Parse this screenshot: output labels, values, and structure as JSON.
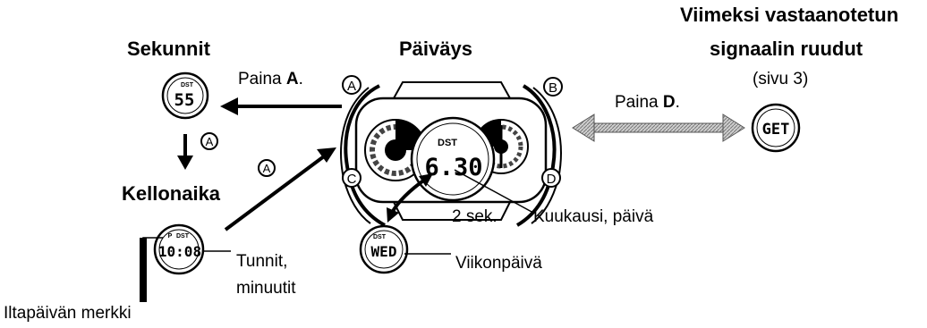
{
  "labels": {
    "seconds_heading": "Sekunnit",
    "date_heading": "Päiväys",
    "last_signal_line1": "Viimeksi vastaanotetun",
    "last_signal_line2": "signaalin ruudut",
    "page_ref": "(sivu 3)",
    "press": "Paina",
    "key_a": "A",
    "key_d": "D",
    "period": ".",
    "time_heading": "Kellonaika",
    "hours_minutes_line1": "Tunnit,",
    "hours_minutes_line2": "minuutit",
    "pm_indicator": "Iltapäivän merkki",
    "two_sec": "2 sek.",
    "month_day": "Kuukausi, päivä",
    "weekday": "Viikonpäivä"
  },
  "buttons": {
    "a": "A",
    "b": "B",
    "c": "C",
    "d": "D"
  },
  "displays": {
    "dst": "DST",
    "seconds": "55",
    "date": "6.30",
    "pm": "P",
    "time": "10:08",
    "weekday": "WED",
    "get": "GET"
  }
}
